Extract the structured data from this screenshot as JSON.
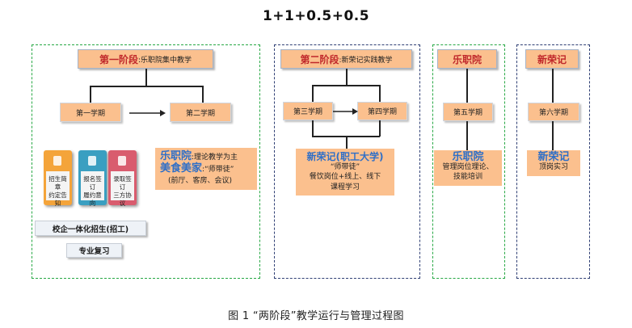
{
  "formula": "1+1+0.5+0.5",
  "stage1": {
    "title": "第一阶段",
    "subtitle": ":乐职院集中教学",
    "sem1": "第一学期",
    "sem2": "第二学期",
    "docs": [
      "招生简章\n约定告知",
      "报名签订\n履约意向",
      "录取签订\n三方协议"
    ],
    "org_a": "乐职院",
    "note_a": ":理论教学为主",
    "org_b": "美食美家",
    "note_b": ":“师带徒”",
    "note_c": "(前厅、客房、会议)",
    "tag1": "校企一体化招生(招工)",
    "tag2": "专业复习"
  },
  "stage2": {
    "title": "第二阶段",
    "subtitle": ":新荣记实践教学",
    "sem3": "第三学期",
    "sem4": "第四学期",
    "org": "新荣记(职工大学)",
    "line1": "“师带徒”",
    "line2": "餐饮岗位+线上、线下",
    "line3": "课程学习"
  },
  "col3": {
    "title": "乐职院",
    "sem": "第五学期",
    "org": "乐职院",
    "line1": "管理岗位理论、",
    "line2": "技能培训"
  },
  "col4": {
    "title": "新荣记",
    "sem": "第六学期",
    "org": "新荣记",
    "line1": "顶岗实习"
  },
  "caption": "图 1  “两阶段”教学运行与管理过程图",
  "colors": {
    "green_frame": "#27a844",
    "blue_frame": "#2f3f74",
    "box_fill": "#fbc08e",
    "red_text": "#c0282b",
    "blue_text": "#2f6fc7",
    "doc1": "#f4a43a",
    "doc2": "#3a9fc1",
    "doc3": "#d95c6e"
  }
}
